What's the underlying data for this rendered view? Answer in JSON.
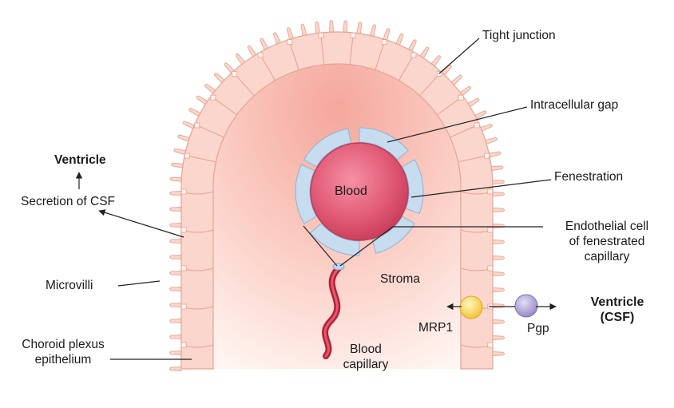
{
  "labels": {
    "tight_junction": "Tight junction",
    "intracellular_gap": "Intracellular gap",
    "fenestration": "Fenestration",
    "endothelial_cell": [
      "Endothelial cell",
      "of fenestrated",
      "capillary"
    ],
    "ventricle_left": "Ventricle",
    "secretion": "Secretion of CSF",
    "microvilli": "Microvilli",
    "choroid_plexus": [
      "Choroid plexus",
      "epithelium"
    ],
    "blood": "Blood",
    "stroma": "Stroma",
    "blood_capillary": [
      "Blood",
      "capillary"
    ],
    "mrp1": "MRP1",
    "pgp": "Pgp",
    "ventricle_csf": [
      "Ventricle",
      "(CSF)"
    ]
  },
  "colors": {
    "epithelium_fill": "#fbd6cc",
    "epithelium_stroke": "#e6a493",
    "stroma_fill": "#f7b7ac",
    "blood": "#d94d6a",
    "endothelium": "#c7dcef",
    "mrp1": "#f7d34a",
    "pgp": "#a99ccf",
    "capillary": "#c9283e"
  }
}
